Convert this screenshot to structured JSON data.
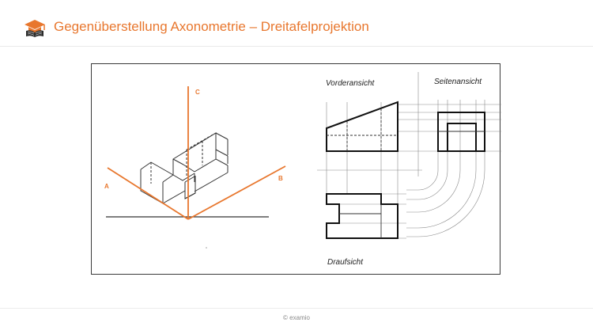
{
  "header": {
    "title": "Gegenüberstellung Axonometrie – Dreitafelprojektion",
    "logo_icon": "graduation-cap-book-icon",
    "accent_color": "#e8772e"
  },
  "figure": {
    "axonometry": {
      "axis_a_label": "A",
      "axis_b_label": "B",
      "axis_c_label": "C"
    },
    "projection": {
      "front_view_label": "Vorderansicht",
      "side_view_label": "Seitenansicht",
      "top_view_label": "Draufsicht"
    }
  },
  "footer": {
    "copyright": "© examio"
  }
}
